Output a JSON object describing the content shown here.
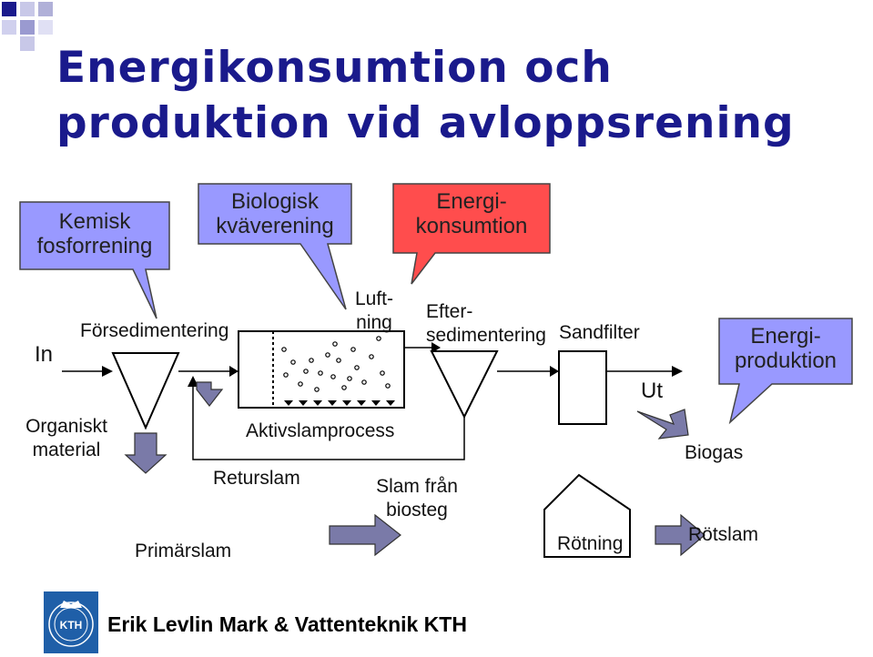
{
  "title": "Energikonsumtion och produktion vid avloppsrening",
  "callouts": {
    "kemisk": "Kemisk fosforrening",
    "biologisk": "Biologisk kväverening",
    "energikonsumtion": "Energi-konsumtion",
    "energiproduktion": "Energi-produktion"
  },
  "labels": {
    "in": "In",
    "forsedimentering": "Försedimentering",
    "organiskt_material": "Organiskt material",
    "luftning": "Luft-ning",
    "aktivslamprocess": "Aktivslamprocess",
    "returslam": "Returslam",
    "primarslam": "Primärslam",
    "eftersedimentering": "Efter-sedimentering",
    "sandfilter": "Sandfilter",
    "ut": "Ut",
    "slam_fran_biosteg": "Slam från biosteg",
    "biogas": "Biogas",
    "rotning": "Rötning",
    "rotslam": "Rötslam"
  },
  "logo": {
    "text": "KTH"
  },
  "footer": "Erik Levlin Mark & Vattenteknik KTH",
  "colors": {
    "title": "#1a1a8c",
    "blue_callout": "#9999ff",
    "red_callout": "#ff4d4d",
    "arrow_fill": "#7a7aa8",
    "kth_blue": "#1f5fa8"
  }
}
